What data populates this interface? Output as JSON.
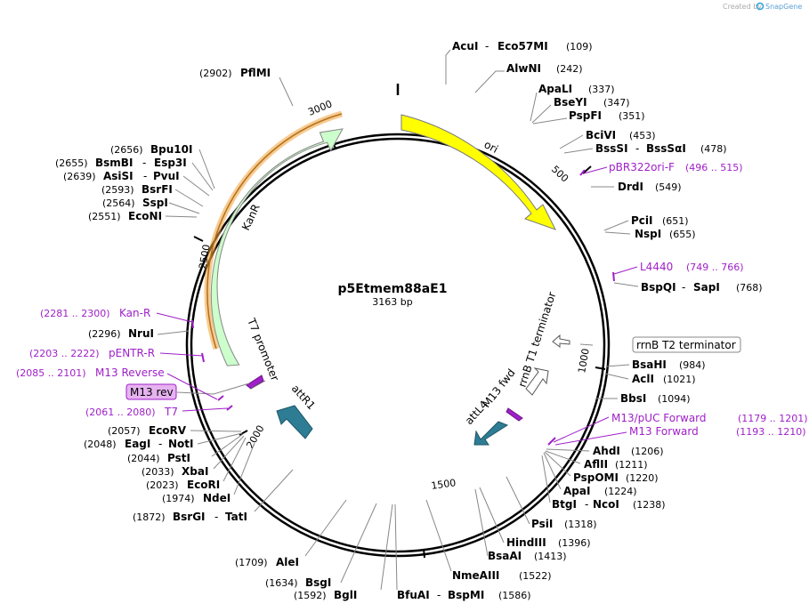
{
  "credit": {
    "created_by": "Created by",
    "brand": "SnapGene"
  },
  "plasmid": {
    "name": "p5Etmem88aE1",
    "length": "3163 bp"
  },
  "ticks": [
    "500",
    "1000",
    "1500",
    "2000",
    "2500",
    "3000"
  ],
  "features": {
    "ori": "ori",
    "kanr": "KanR",
    "t7_promoter": "T7 promoter",
    "attr1": "attR1",
    "attl4": "attL4",
    "m13_fwd": "M13 fwd",
    "rrnb_t1": "rrnB T1 terminator",
    "rrnb_t2": "rrnB T2 terminator",
    "m13_rev": "M13 rev"
  },
  "sites": [
    {
      "name": "AcuI",
      "name2": "Eco57MI",
      "pos": "(109)"
    },
    {
      "name": "AlwNI",
      "pos": "(242)"
    },
    {
      "name": "ApaLI",
      "pos": "(337)"
    },
    {
      "name": "BseYI",
      "pos": "(347)"
    },
    {
      "name": "PspFI",
      "pos": "(351)"
    },
    {
      "name": "BciVI",
      "pos": "(453)"
    },
    {
      "name": "BssSI",
      "name2": "BssSαI",
      "pos": "(478)"
    },
    {
      "name": "DrdI",
      "pos": "(549)"
    },
    {
      "name": "PciI",
      "pos": "(651)"
    },
    {
      "name": "NspI",
      "pos": "(655)"
    },
    {
      "name": "BspQI",
      "name2": "SapI",
      "pos": "(768)"
    },
    {
      "name": "BsaHI",
      "pos": "(984)"
    },
    {
      "name": "AclI",
      "pos": "(1021)"
    },
    {
      "name": "BbsI",
      "pos": "(1094)"
    },
    {
      "name": "AhdI",
      "pos": "(1206)"
    },
    {
      "name": "AflII",
      "pos": "(1211)"
    },
    {
      "name": "PspOMI",
      "pos": "(1220)"
    },
    {
      "name": "ApaI",
      "pos": "(1224)"
    },
    {
      "name": "BtgI",
      "name2": "NcoI",
      "pos": "(1238)"
    },
    {
      "name": "PsiI",
      "pos": "(1318)"
    },
    {
      "name": "HindIII",
      "pos": "(1396)"
    },
    {
      "name": "BsaAI",
      "pos": "(1413)"
    },
    {
      "name": "NmeAIII",
      "pos": "(1522)"
    },
    {
      "name": "BfuAI",
      "name2": "BspMI",
      "pos": "(1586)"
    },
    {
      "name": "BglI",
      "pos": "(1592)"
    },
    {
      "name": "BsgI",
      "pos": "(1634)"
    },
    {
      "name": "AleI",
      "pos": "(1709)"
    },
    {
      "name": "BsrGI",
      "name2": "TatI",
      "pos": "(1872)"
    },
    {
      "name": "NdeI",
      "pos": "(1974)"
    },
    {
      "name": "EcoRI",
      "pos": "(2023)"
    },
    {
      "name": "XbaI",
      "pos": "(2033)"
    },
    {
      "name": "PstI",
      "pos": "(2044)"
    },
    {
      "name": "EagI",
      "name2": "NotI",
      "pos": "(2048)"
    },
    {
      "name": "EcoRV",
      "pos": "(2057)"
    },
    {
      "name": "NruI",
      "pos": "(2296)"
    },
    {
      "name": "EcoNI",
      "pos": "(2551)"
    },
    {
      "name": "SspI",
      "pos": "(2564)"
    },
    {
      "name": "BsrFI",
      "pos": "(2593)"
    },
    {
      "name": "AsiSI",
      "name2": "PvuI",
      "pos": "(2639)"
    },
    {
      "name": "BsmBI",
      "name2": "Esp3I",
      "pos": "(2655)"
    },
    {
      "name": "Bpu10I",
      "pos": "(2656)"
    },
    {
      "name": "PflMI",
      "pos": "(2902)"
    }
  ],
  "primers": [
    {
      "name": "pBR322ori-F",
      "range": "(496 .. 515)"
    },
    {
      "name": "L4440",
      "range": "(749 .. 766)"
    },
    {
      "name": "M13/pUC Forward",
      "range": "(1179 .. 1201)"
    },
    {
      "name": "M13 Forward",
      "range": "(1193 .. 1210)"
    },
    {
      "name": "T7",
      "range": "(2061 .. 2080)"
    },
    {
      "name": "M13 Reverse",
      "range": "(2085 .. 2101)"
    },
    {
      "name": "pENTR-R",
      "range": "(2203 .. 2222)"
    },
    {
      "name": "Kan-R",
      "range": "(2281 .. 2300)"
    }
  ],
  "colors": {
    "ori": "#ffff00",
    "kanr": "#ccffcc",
    "att": "#2e7d94",
    "primer": "#a020c8",
    "highlight": "#f2a033",
    "m13rev_box": "#e6b3f0"
  }
}
